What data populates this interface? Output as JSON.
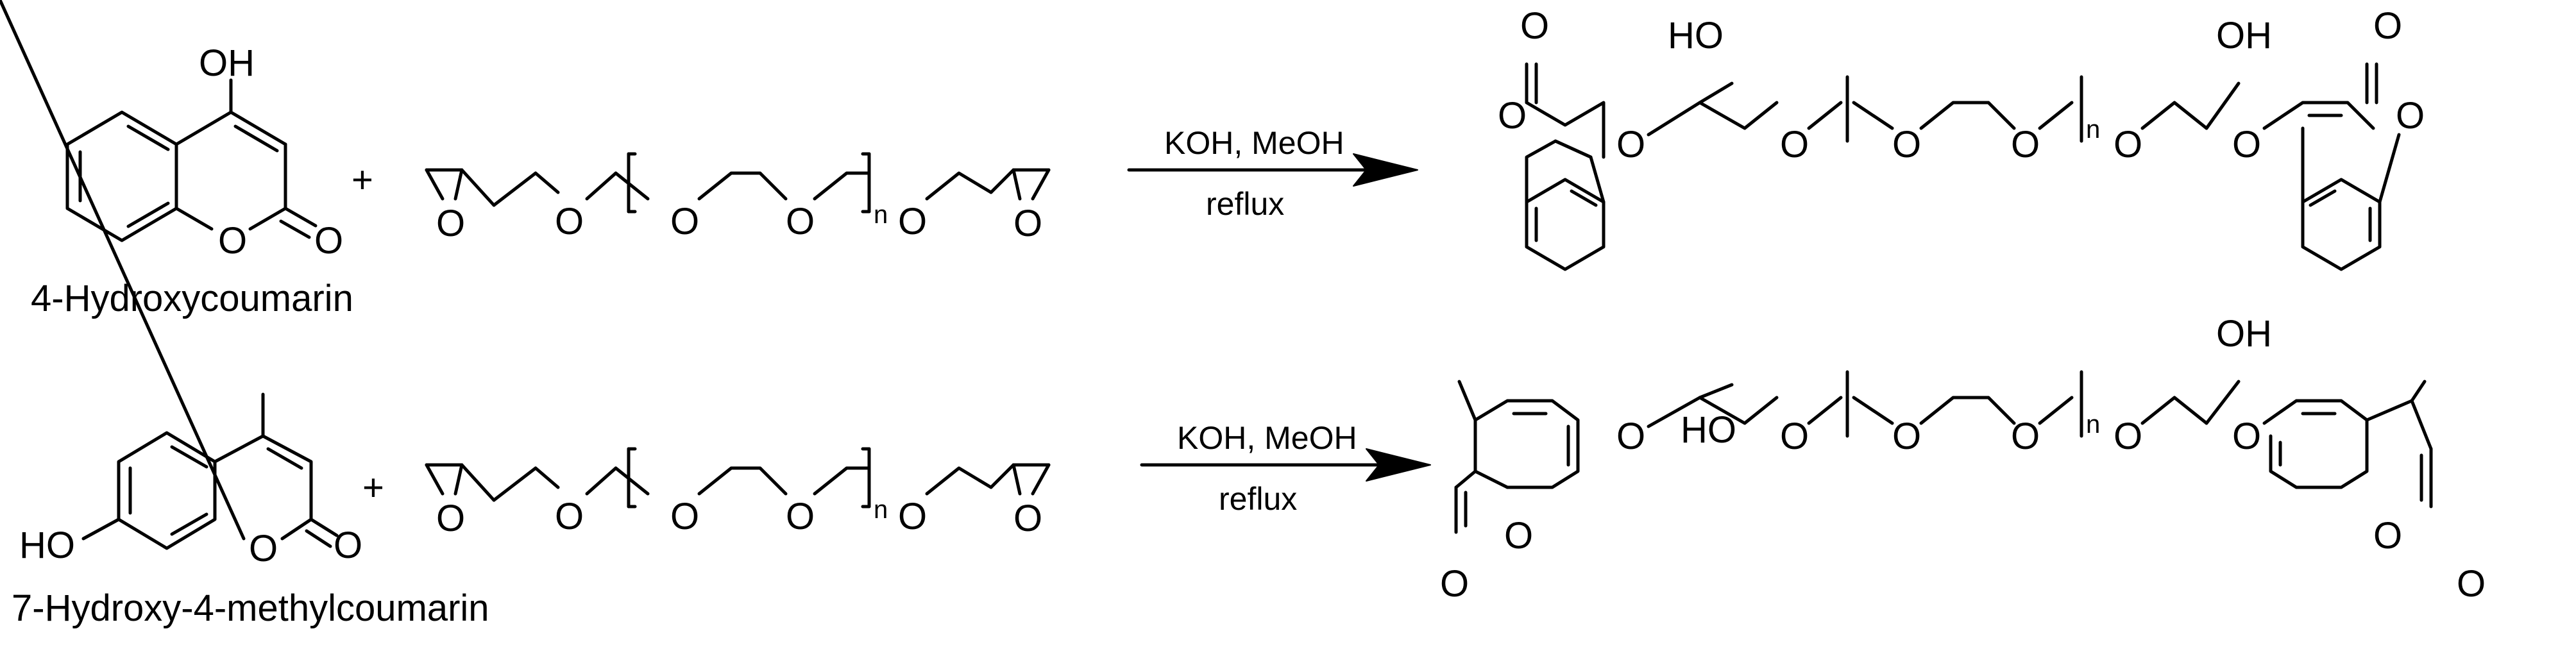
{
  "reactions": [
    {
      "reactant_label": "4-Hydroxycoumarin",
      "plus": "+",
      "conditions_top": "KOH, MeOH",
      "conditions_bottom": "reflux"
    },
    {
      "reactant_label": "7-Hydroxy-4-methylcoumarin",
      "plus": "+",
      "conditions_top": "KOH, MeOH",
      "conditions_bottom": "reflux"
    }
  ],
  "atoms": {
    "OH": "OH",
    "HO": "HO",
    "O": "O",
    "n": "n"
  }
}
